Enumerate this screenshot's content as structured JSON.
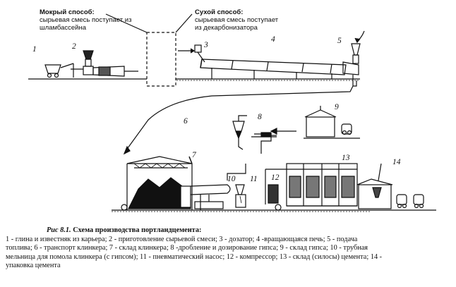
{
  "wet": {
    "title": "Мокрый способ:",
    "text1": "сырьевая смесь поступает из",
    "text2": "шламбассейна"
  },
  "dry": {
    "title": "Сухой способ:",
    "text1": "сырьевая смесь поступает",
    "text2": "из декарбонизатора"
  },
  "numbers": {
    "n1": "1",
    "n2": "2",
    "n3": "3",
    "n4": "4",
    "n5": "5",
    "n6": "6",
    "n7": "7",
    "n8": "8",
    "n9": "9",
    "n10": "10",
    "n11": "11",
    "n12": "12",
    "n13": "13",
    "n14": "14"
  },
  "caption": {
    "fig": "Рис 8.1.",
    "title": "Схема производства портландцемента:",
    "line1": "1 - глина и известняк из карьера; 2 - приготовление сырьевой смеси; 3 - дозатор; 4 -вращающаяся печь; 5 - подача",
    "line2": "топлива; 6 - транспорт клинкера; 7 - склад клинкера; 8 -дробление и дозирование гипса; 9 - склад гипса; 10 - трубная",
    "line3": "мельница для помола клинкера (с гипсом); 11 - пневматический насос; 12 - компрессор; 13 - склад (силосы) цемента; 14 -",
    "line4": "упаковка цемента"
  }
}
